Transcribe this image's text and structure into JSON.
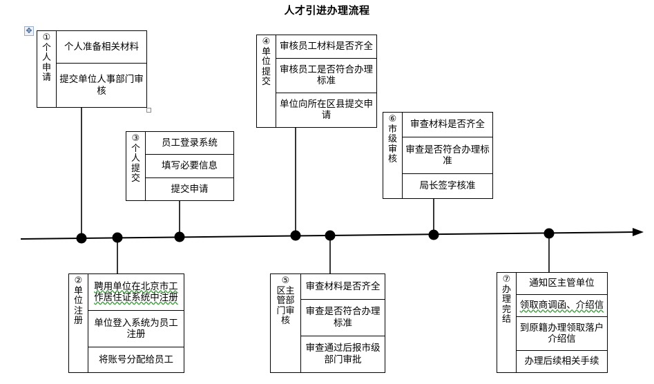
{
  "document": {
    "title": "人才引进办理流程"
  },
  "handles": {
    "move_handle_icon": "move-handle-icon",
    "move_handle_glyph": "✥",
    "resize_handle_icon": "resize-handle-icon"
  },
  "timeline": {
    "arrow_icon": "arrow-right-icon",
    "node_count": 7,
    "color": "#000000"
  },
  "boxes": [
    {
      "id": "box-1",
      "number": "①",
      "label": "个\n人\n申\n请",
      "rows": [
        {
          "text": "个人准备相关材料",
          "spellcheck": false
        },
        {
          "text": "提交单位人事部门审核",
          "spellcheck": false
        }
      ]
    },
    {
      "id": "box-2",
      "number": "②",
      "label": "单\n位\n注\n册",
      "rows": [
        {
          "text": "聘用单位在北京市工作居住证系统中注册",
          "spellcheck": true
        },
        {
          "text": "单位登入系统为员工注册",
          "spellcheck": false
        },
        {
          "text": "将账号分配给员工",
          "spellcheck": false
        }
      ]
    },
    {
      "id": "box-3",
      "number": "③",
      "label": "个\n人\n提\n交",
      "rows": [
        {
          "text": "员工登录系统",
          "spellcheck": false
        },
        {
          "text": "填写必要信息",
          "spellcheck": false
        },
        {
          "text": "提交申请",
          "spellcheck": false
        }
      ]
    },
    {
      "id": "box-4",
      "number": "④",
      "label": "单\n位\n提\n交",
      "rows": [
        {
          "text": "审核员工材料是否齐全",
          "spellcheck": false
        },
        {
          "text": "审核员工是否符合办理标准",
          "spellcheck": false
        },
        {
          "text": "单位向所在区县提交申请",
          "spellcheck": false
        }
      ]
    },
    {
      "id": "box-5",
      "number": "⑤",
      "label": "区主\n管部\n门审\n核",
      "rows": [
        {
          "text": "审查材料是否齐全",
          "spellcheck": false
        },
        {
          "text": "审查是否符合办理标准",
          "spellcheck": false
        },
        {
          "text": "审查通过后报市级部门审批",
          "spellcheck": false
        }
      ]
    },
    {
      "id": "box-6",
      "number": "⑥",
      "label": "市\n级\n审\n核",
      "rows": [
        {
          "text": "审查材料是否齐全",
          "spellcheck": false
        },
        {
          "text": "审查是否符合办理标准",
          "spellcheck": false
        },
        {
          "text": "局长签字核准",
          "spellcheck": false
        }
      ]
    },
    {
      "id": "box-7",
      "number": "⑦",
      "label": "办\n理\n完\n结",
      "rows": [
        {
          "text": "通知区主管单位",
          "spellcheck": false
        },
        {
          "text": "领取商调函、介绍信",
          "spellcheck": true
        },
        {
          "text": "到原籍办理领取落户介绍信",
          "spellcheck": false
        },
        {
          "text": "办理后续相关手续",
          "spellcheck": false
        }
      ]
    }
  ]
}
